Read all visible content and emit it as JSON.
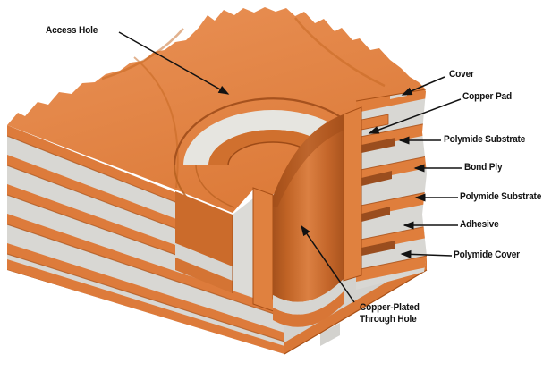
{
  "diagram": {
    "labels": [
      {
        "id": "access-hole",
        "text": "Access Hole"
      },
      {
        "id": "cover",
        "text": "Cover"
      },
      {
        "id": "copper-pad",
        "text": "Copper Pad"
      },
      {
        "id": "polymide-substrate-1",
        "text": "Polymide Substrate"
      },
      {
        "id": "bond-ply",
        "text": "Bond Ply"
      },
      {
        "id": "polymide-substrate-2",
        "text": "Polymide Substrate"
      },
      {
        "id": "adhesive",
        "text": "Adhesive"
      },
      {
        "id": "polymide-cover",
        "text": "Polymide Cover"
      },
      {
        "id": "copper-plated-through-hole",
        "text": "Copper-Plated Through Hole"
      }
    ],
    "colors": {
      "copper_orange": "#E08245",
      "copper_shadow": "#A85016",
      "copper_deep": "#C4661F",
      "copper_trace": "#9A4D1E",
      "substrate_gray": "#D8D7D3",
      "annulus_gray": "#E6E5E0",
      "label_text": "#121212",
      "background": "#FFFFFF"
    }
  }
}
